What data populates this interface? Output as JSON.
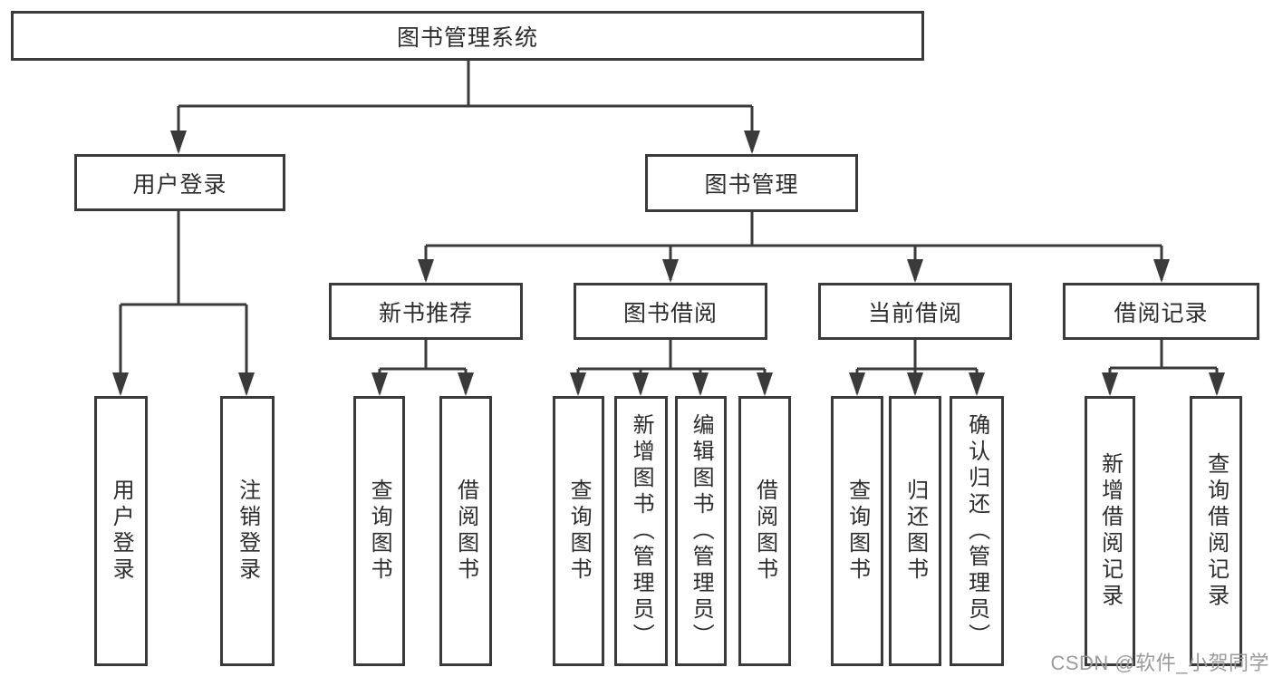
{
  "root": {
    "label": "图书管理系统",
    "children": [
      {
        "label": "用户登录",
        "children": [
          {
            "label": "用户登录"
          },
          {
            "label": "注销登录"
          }
        ]
      },
      {
        "label": "图书管理",
        "children": [
          {
            "label": "新书推荐",
            "children": [
              {
                "label": "查询图书"
              },
              {
                "label": "借阅图书"
              }
            ]
          },
          {
            "label": "图书借阅",
            "children": [
              {
                "label": "查询图书"
              },
              {
                "label": "新增图书（管理员）"
              },
              {
                "label": "编辑图书（管理员）"
              },
              {
                "label": "借阅图书"
              }
            ]
          },
          {
            "label": "当前借阅",
            "children": [
              {
                "label": "查询图书"
              },
              {
                "label": "归还图书"
              },
              {
                "label": "确认归还（管理员）"
              }
            ]
          },
          {
            "label": "借阅记录",
            "children": [
              {
                "label": "新增借阅记录"
              },
              {
                "label": "查询借阅记录"
              }
            ]
          }
        ]
      }
    ]
  },
  "watermark": "CSDN @软件_小贺同学",
  "colors": {
    "line": "#3a3a3a",
    "text": "#2d2d2d",
    "watermark": "#9b9b9b",
    "background": "#ffffff"
  }
}
